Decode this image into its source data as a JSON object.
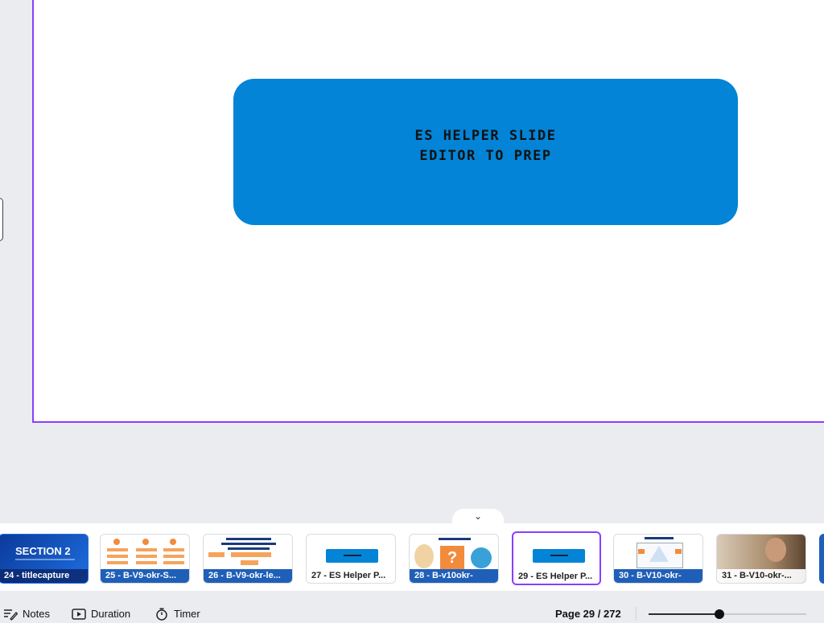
{
  "slide": {
    "line1": "ES Helper Slide",
    "line2": "Editor to Prep"
  },
  "collapse_icon": "chevron-down-icon",
  "thumbnails": [
    {
      "label": "24 - titlecapture",
      "title": "SECTION 2"
    },
    {
      "label": "25 - B-V9-okr-S..."
    },
    {
      "label": "26 - B-V9-okr-le..."
    },
    {
      "label": "27 - ES Helper P..."
    },
    {
      "label": "28 - B-v10okr-"
    },
    {
      "label": "29 - ES Helper P...",
      "active": true
    },
    {
      "label": "30 - B-V10-okr-"
    },
    {
      "label": "31 - B-V10-okr-..."
    }
  ],
  "footer": {
    "notes": "Notes",
    "duration": "Duration",
    "timer": "Timer",
    "page": "Page 29 / 272",
    "zoom_fraction": 0.45
  },
  "colors": {
    "accent": "#8b3dff",
    "slide_box": "#0384d6"
  }
}
